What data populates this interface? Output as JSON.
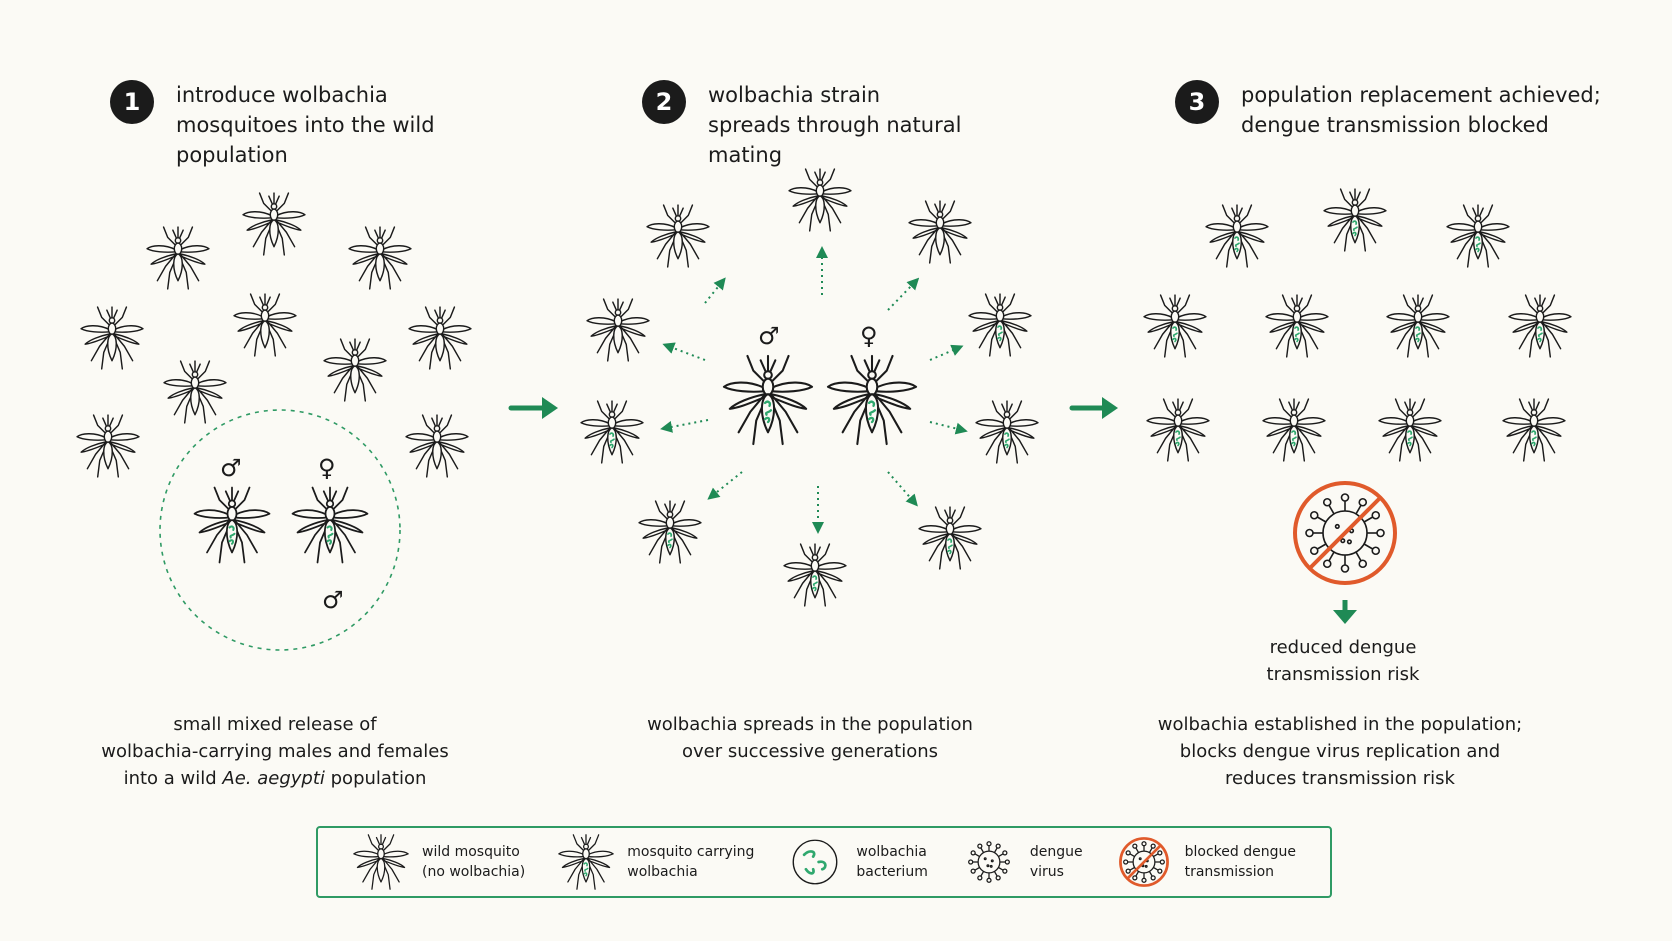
{
  "steps": [
    {
      "number": "1",
      "title": "introduce wolbachia mosquitoes into the wild population"
    },
    {
      "number": "2",
      "title": "wolbachia strain spreads through natural mating"
    },
    {
      "number": "3",
      "title": "population replacement achieved; dengue transmission blocked"
    }
  ],
  "captions": {
    "step1_line1": "small mixed release of",
    "step1_line2": "wolbachia-carrying males and females",
    "step1_line3_pre": "into a wild ",
    "step1_line3_em": "Ae. aegypti",
    "step1_line3_post": " population",
    "step2_line1": "wolbachia spreads in the population",
    "step2_line2": "over successive generations",
    "step3_line1": "wolbachia established in the population;",
    "step3_line2": "blocks dengue virus replication and",
    "step3_line3": "reduces transmission risk"
  },
  "risk_label_line1": "reduced dengue",
  "risk_label_line2": "transmission risk",
  "symbols": {
    "male": "♂",
    "female": "♀"
  },
  "legend": [
    {
      "icon": "wild-mosquito-icon",
      "line1": "wild mosquito",
      "line2": "(no wolbachia)"
    },
    {
      "icon": "wolbachia-mosquito-icon",
      "line1": "mosquito carrying",
      "line2": "wolbachia"
    },
    {
      "icon": "wolbachia-bacterium-icon",
      "line1": "wolbachia",
      "line2": "bacterium"
    },
    {
      "icon": "dengue-virus-icon",
      "line1": "dengue",
      "line2": "virus"
    },
    {
      "icon": "blocked-dengue-icon",
      "line1": "blocked dengue",
      "line2": "transmission"
    }
  ],
  "colors": {
    "accent": "#1f8a55",
    "bacterium": "#2fa86e",
    "blocked": "#e05a2b",
    "ink": "#1b1b1b"
  }
}
